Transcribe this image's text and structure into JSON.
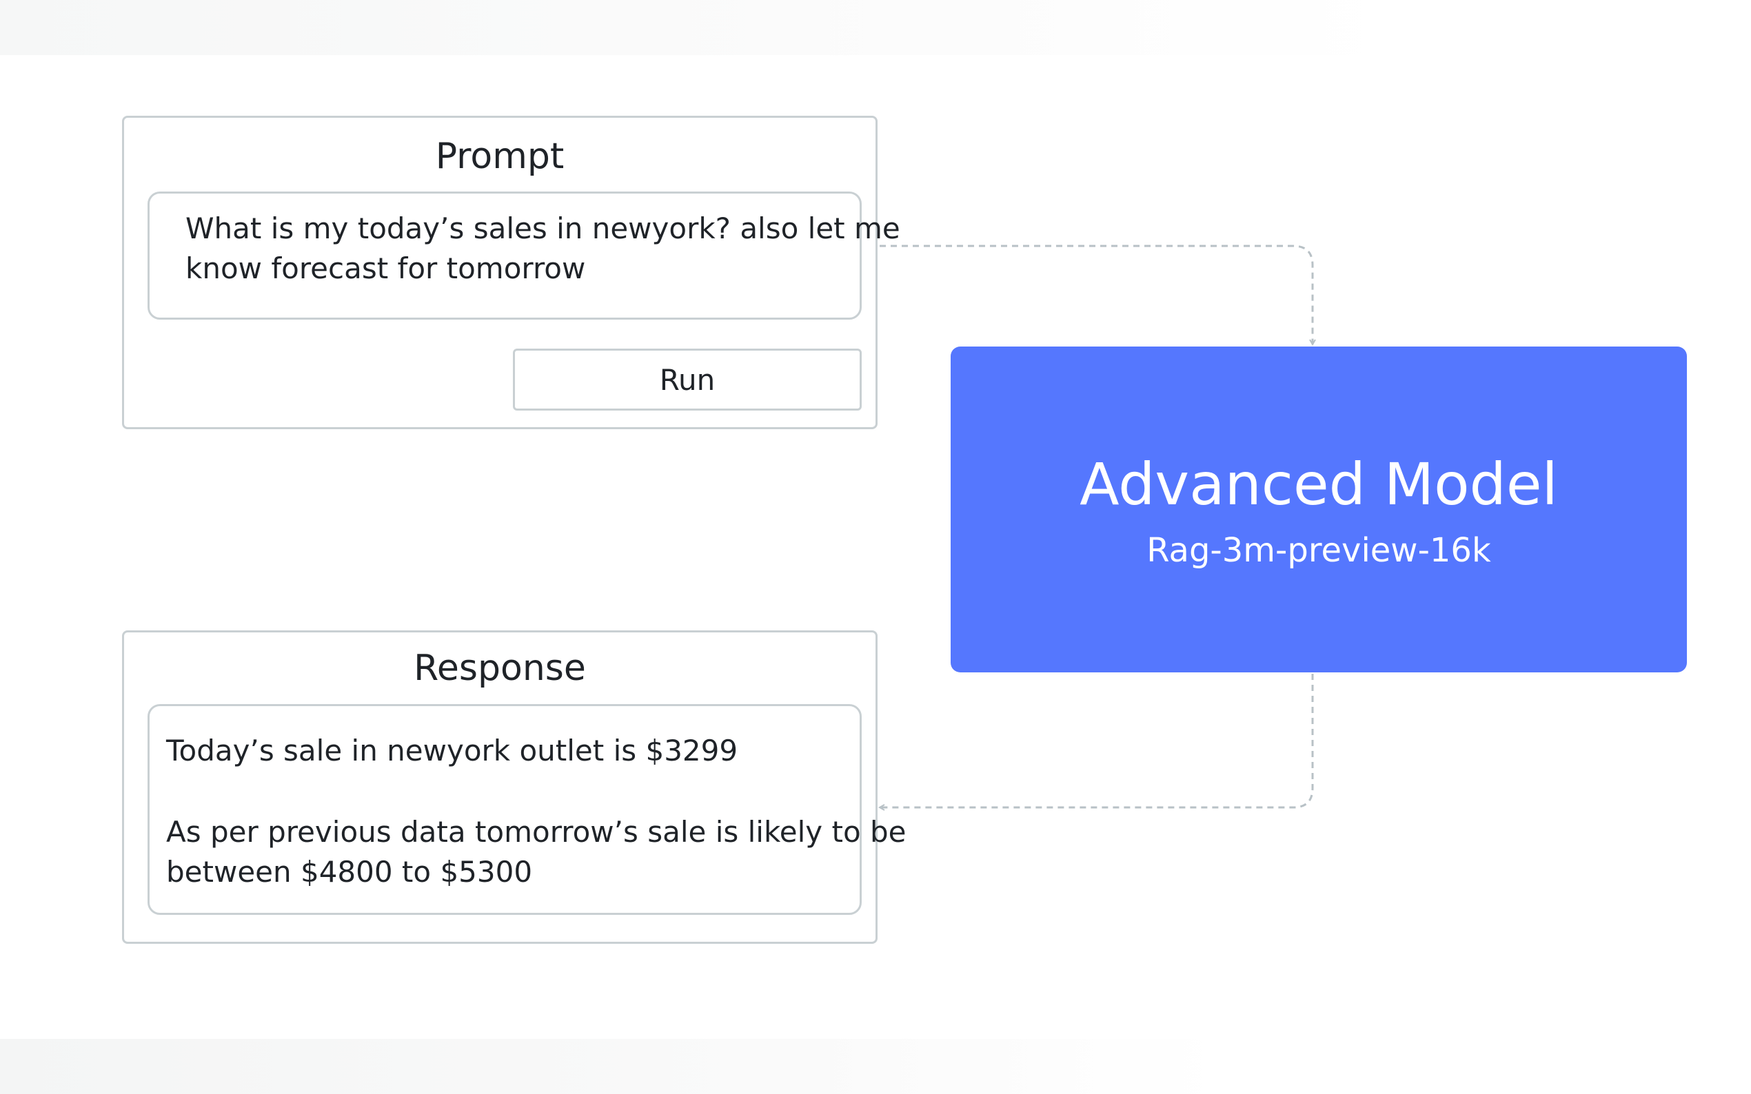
{
  "prompt_panel": {
    "title": "Prompt",
    "text_lines": [
      "What is my today’s sales in newyork? also let me",
      "know forecast for tomorrow"
    ],
    "run_label": "Run"
  },
  "model": {
    "title": "Advanced Model",
    "subtitle": "Rag-3m-preview-16k"
  },
  "response_panel": {
    "title": "Response",
    "text_lines": [
      "Today’s sale in newyork outlet is $3299",
      "As per previous data tomorrow’s sale is likely to be",
      "between $4800 to $5300"
    ]
  },
  "colors": {
    "model_fill": "#5577fe",
    "panel_border": "#c9d0d3",
    "connector": "#b8c1c6",
    "text": "#1f2328"
  }
}
